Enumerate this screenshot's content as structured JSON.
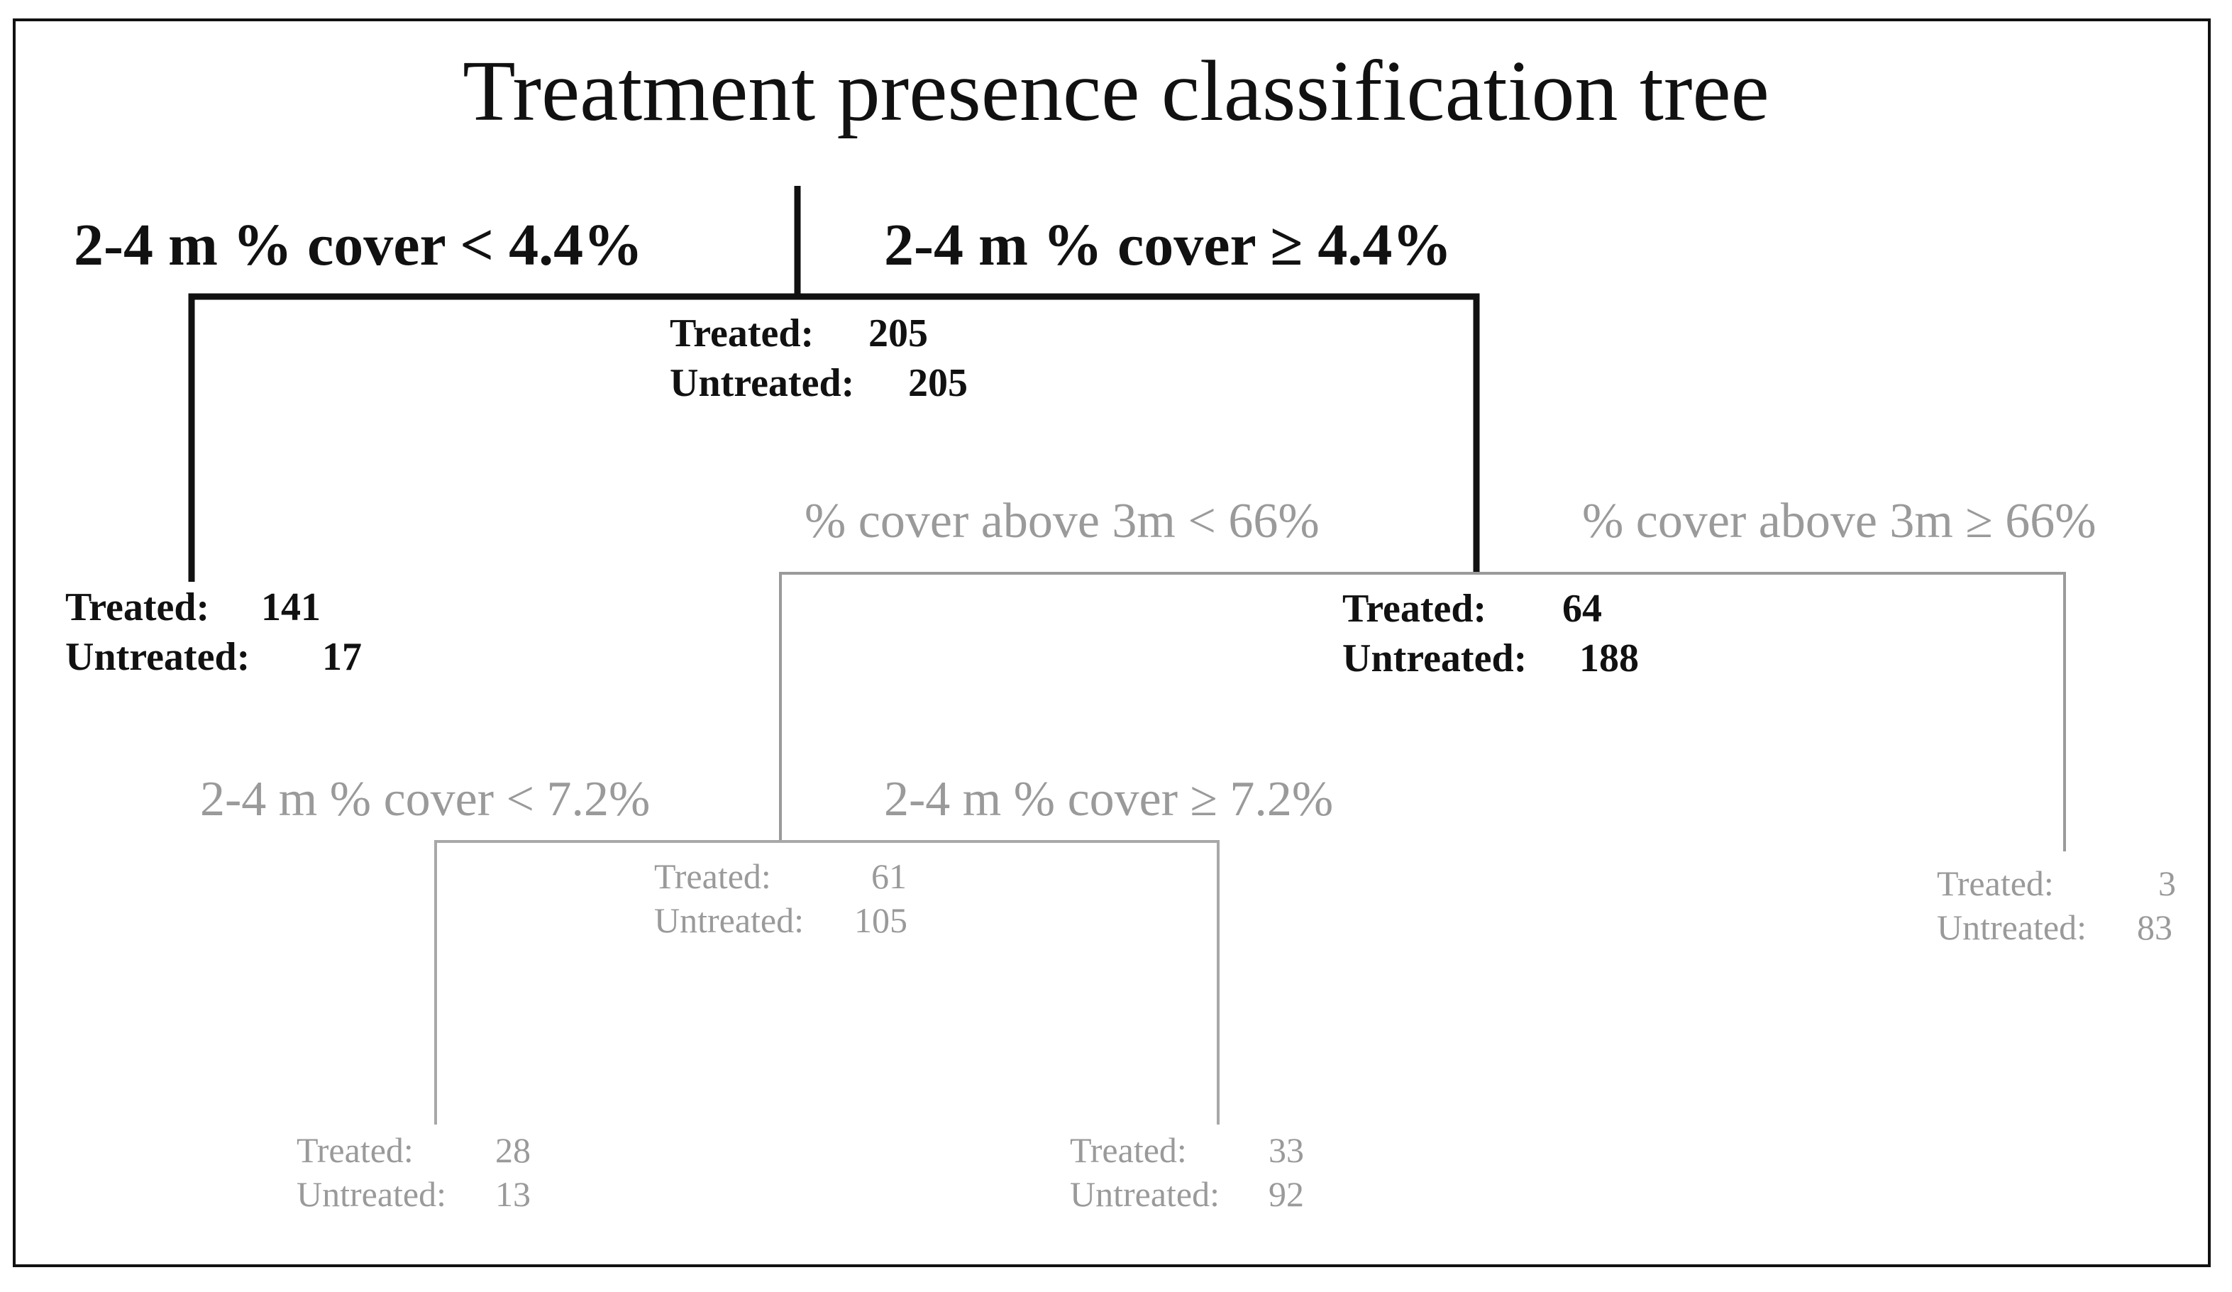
{
  "title": "Treatment presence classification tree",
  "splits": {
    "root_left": "2-4 m % cover < 4.4%",
    "root_right": "2-4 m % cover ≥ 4.4%",
    "mid_left": "% cover above 3m < 66%",
    "mid_right": "% cover above 3m ≥ 66%",
    "low_left": "2-4 m % cover < 7.2%",
    "low_right": "2-4 m % cover ≥ 7.2%"
  },
  "labels": {
    "treated": "Treated:",
    "untreated": "Untreated:"
  },
  "nodes": {
    "root": {
      "treated": "205",
      "untreated": "205"
    },
    "left_leaf": {
      "treated": "141",
      "untreated": "17"
    },
    "right": {
      "treated": "64",
      "untreated": "188"
    },
    "mid": {
      "treated": "61",
      "untreated": "105"
    },
    "far_right_leaf": {
      "treated": "3",
      "untreated": "83"
    },
    "low_left_leaf": {
      "treated": "28",
      "untreated": "13"
    },
    "low_right_leaf": {
      "treated": "33",
      "untreated": "92"
    }
  },
  "colors": {
    "primary": "#111111",
    "secondary": "#9a9a9a",
    "background": "#ffffff"
  }
}
